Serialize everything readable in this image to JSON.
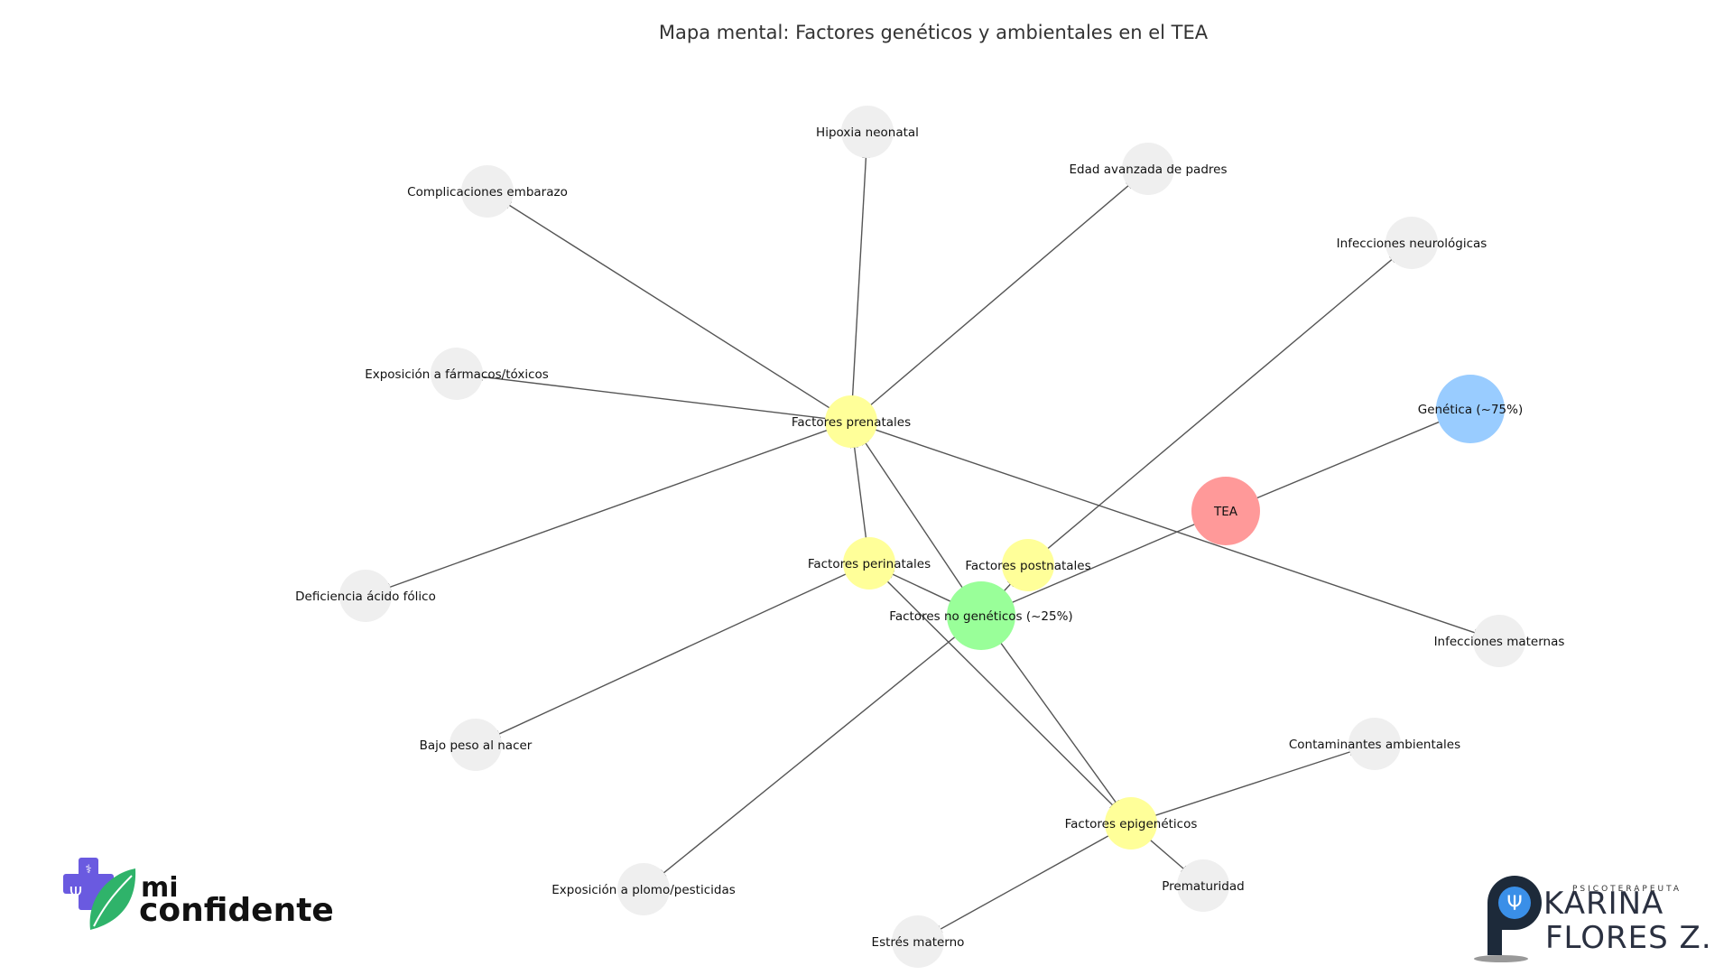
{
  "title": "Mapa mental: Factores genéticos y ambientales en el TEA",
  "colors": {
    "root": "#ff9999",
    "genetic": "#99ccff",
    "non_genetic": "#99ff99",
    "category": "#ffff99",
    "leaf": "#efefef",
    "edge": "#555555"
  },
  "nodes": [
    {
      "id": "tea",
      "label": "TEA",
      "kind": "root"
    },
    {
      "id": "genetica",
      "label": "Genética (~75%)",
      "kind": "genetic"
    },
    {
      "id": "nogen",
      "label": "Factores no genéticos (~25%)",
      "kind": "non_genetic"
    },
    {
      "id": "prenatales",
      "label": "Factores prenatales",
      "kind": "category"
    },
    {
      "id": "perinatales",
      "label": "Factores perinatales",
      "kind": "category"
    },
    {
      "id": "postnatales",
      "label": "Factores postnatales",
      "kind": "category"
    },
    {
      "id": "epigeneticos",
      "label": "Factores epigenéticos",
      "kind": "category"
    },
    {
      "id": "hipoxia",
      "label": "Hipoxia neonatal",
      "kind": "leaf"
    },
    {
      "id": "edad",
      "label": "Edad avanzada de padres",
      "kind": "leaf"
    },
    {
      "id": "complicaciones",
      "label": "Complicaciones embarazo",
      "kind": "leaf"
    },
    {
      "id": "infneuro",
      "label": "Infecciones neurológicas",
      "kind": "leaf"
    },
    {
      "id": "farmacos",
      "label": "Exposición a fármacos/tóxicos",
      "kind": "leaf"
    },
    {
      "id": "folico",
      "label": "Deficiencia ácido fólico",
      "kind": "leaf"
    },
    {
      "id": "infmat",
      "label": "Infecciones maternas",
      "kind": "leaf"
    },
    {
      "id": "bajopeso",
      "label": "Bajo peso al nacer",
      "kind": "leaf"
    },
    {
      "id": "contaminantes",
      "label": "Contaminantes ambientales",
      "kind": "leaf"
    },
    {
      "id": "plomo",
      "label": "Exposición a plomo/pesticidas",
      "kind": "leaf"
    },
    {
      "id": "prematuridad",
      "label": "Prematuridad",
      "kind": "leaf"
    },
    {
      "id": "estres",
      "label": "Estrés materno",
      "kind": "leaf"
    }
  ],
  "edges": [
    [
      "tea",
      "genetica"
    ],
    [
      "tea",
      "nogen"
    ],
    [
      "nogen",
      "prenatales"
    ],
    [
      "nogen",
      "perinatales"
    ],
    [
      "nogen",
      "postnatales"
    ],
    [
      "nogen",
      "epigeneticos"
    ],
    [
      "nogen",
      "plomo"
    ],
    [
      "prenatales",
      "hipoxia"
    ],
    [
      "prenatales",
      "edad"
    ],
    [
      "prenatales",
      "complicaciones"
    ],
    [
      "prenatales",
      "farmacos"
    ],
    [
      "prenatales",
      "folico"
    ],
    [
      "prenatales",
      "infmat"
    ],
    [
      "perinatales",
      "prenatales"
    ],
    [
      "perinatales",
      "bajopeso"
    ],
    [
      "perinatales",
      "epigeneticos"
    ],
    [
      "postnatales",
      "infneuro"
    ],
    [
      "epigeneticos",
      "contaminantes"
    ],
    [
      "epigeneticos",
      "prematuridad"
    ],
    [
      "epigeneticos",
      "estres"
    ]
  ],
  "logos": {
    "left": {
      "line1": "mi",
      "line2": "confidente"
    },
    "right": {
      "tagline": "PSICOTERAPEUTA",
      "name1": "KARINA",
      "name2": "FLORES Z."
    }
  }
}
